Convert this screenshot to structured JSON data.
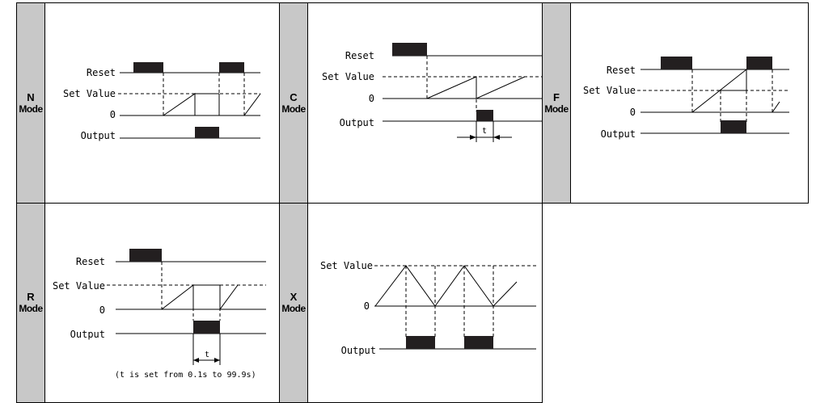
{
  "modes": {
    "n": {
      "letter": "N",
      "mode": "Mode"
    },
    "c": {
      "letter": "C",
      "mode": "Mode"
    },
    "f": {
      "letter": "F",
      "mode": "Mode"
    },
    "r": {
      "letter": "R",
      "mode": "Mode"
    },
    "x": {
      "letter": "X",
      "mode": "Mode"
    }
  },
  "signals": {
    "reset": "Reset",
    "set_value": "Set Value",
    "zero": "0",
    "output": "Output",
    "t": "t"
  },
  "r_note": "(t is set from 0.1s to 99.9s)"
}
